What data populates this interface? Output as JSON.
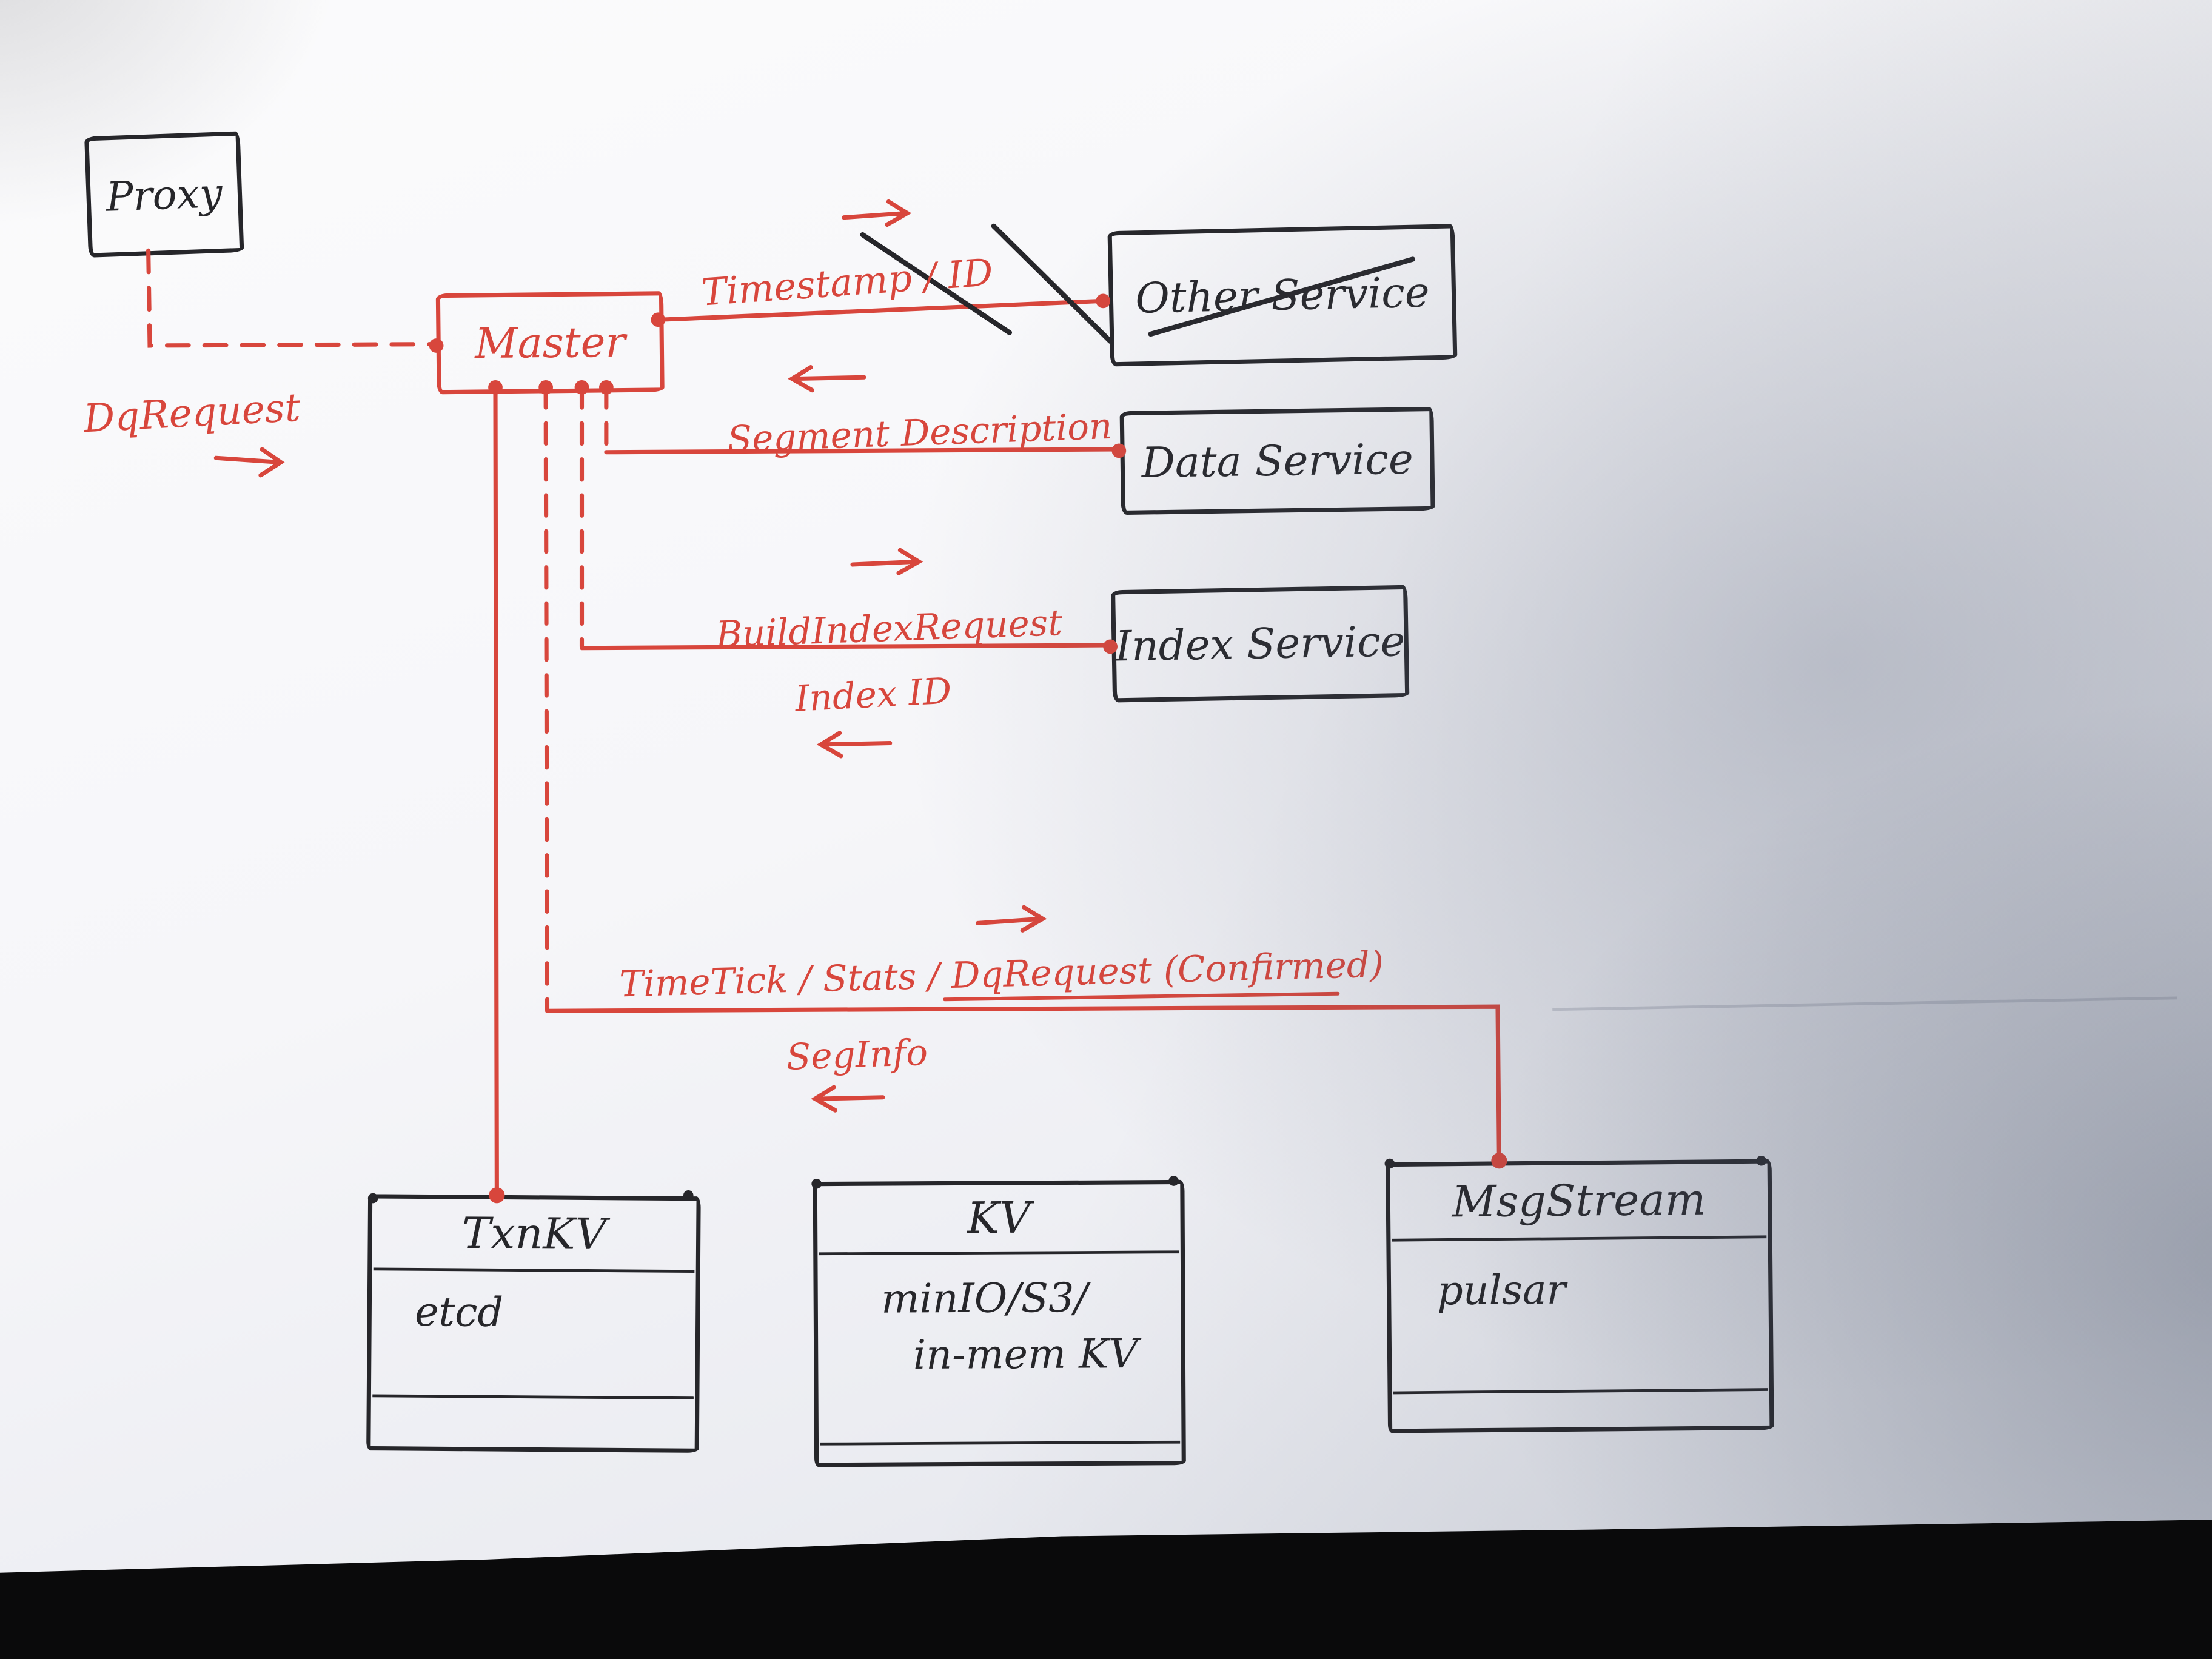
{
  "colors": {
    "ink": "#26262a",
    "marker": "#d8463c",
    "paper": "#f5f5f8",
    "desk": "#0a0a0b"
  },
  "nodes": {
    "proxy": {
      "label": "Proxy"
    },
    "master": {
      "label": "Master"
    },
    "other_service": {
      "label": "Other Service",
      "crossed_out": true
    },
    "data_service": {
      "label": "Data Service"
    },
    "index_service": {
      "label": "Index Service"
    },
    "txn_kv": {
      "label": "TxnKV",
      "implementation": "etcd"
    },
    "kv": {
      "label": "KV",
      "implementation_line1": "minIO/S3/",
      "implementation_line2": "in-mem KV"
    },
    "msg_stream": {
      "label": "MsgStream",
      "implementation": "pulsar"
    }
  },
  "edges": {
    "dq_request": {
      "label": "DqRequest",
      "from": "proxy",
      "to": "master",
      "style": "dashed"
    },
    "timestamp_id": {
      "label": "Timestamp / ID",
      "from": "master",
      "to": "other_service",
      "crossed_out": true
    },
    "segment_description": {
      "label": "Segment Description",
      "from": "master",
      "to": "data_service"
    },
    "build_index_request": {
      "label": "BuildIndexRequest",
      "from": "master",
      "to": "index_service"
    },
    "index_id": {
      "label": "Index ID",
      "from": "index_service",
      "to": "master"
    },
    "timetick_stats_dqrequest": {
      "label": "TimeTick / Stats / DqRequest (Confirmed)",
      "from": "master",
      "to": "msg_stream"
    },
    "seg_info": {
      "label": "SegInfo",
      "from": "msg_stream",
      "to": "master"
    },
    "master_to_txnkv": {
      "label": "",
      "from": "master",
      "to": "txn_kv",
      "style": "solid"
    }
  }
}
